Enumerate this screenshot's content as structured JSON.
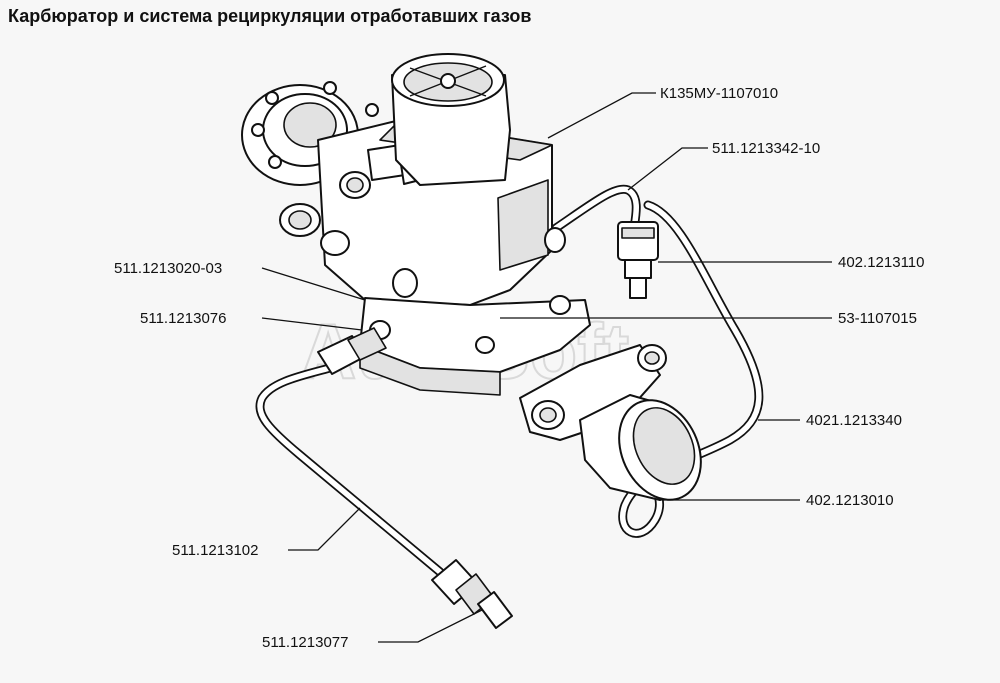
{
  "title": "Карбюратор и система рециркуляции отработавших газов",
  "watermark": "AutoSoft",
  "labels": {
    "carburetor": "К135МУ-1107010",
    "pipe_upper": "511.1213342-10",
    "fitting_right": "402.1213110",
    "spacer": "53-1107015",
    "pipe_right": "4021.1213340",
    "valve": "402.1213010",
    "gasket": "511.1213020-03",
    "fitting_left": "511.1213076",
    "pipe_lower": "511.1213102",
    "fitting_bottom": "511.1213077"
  }
}
